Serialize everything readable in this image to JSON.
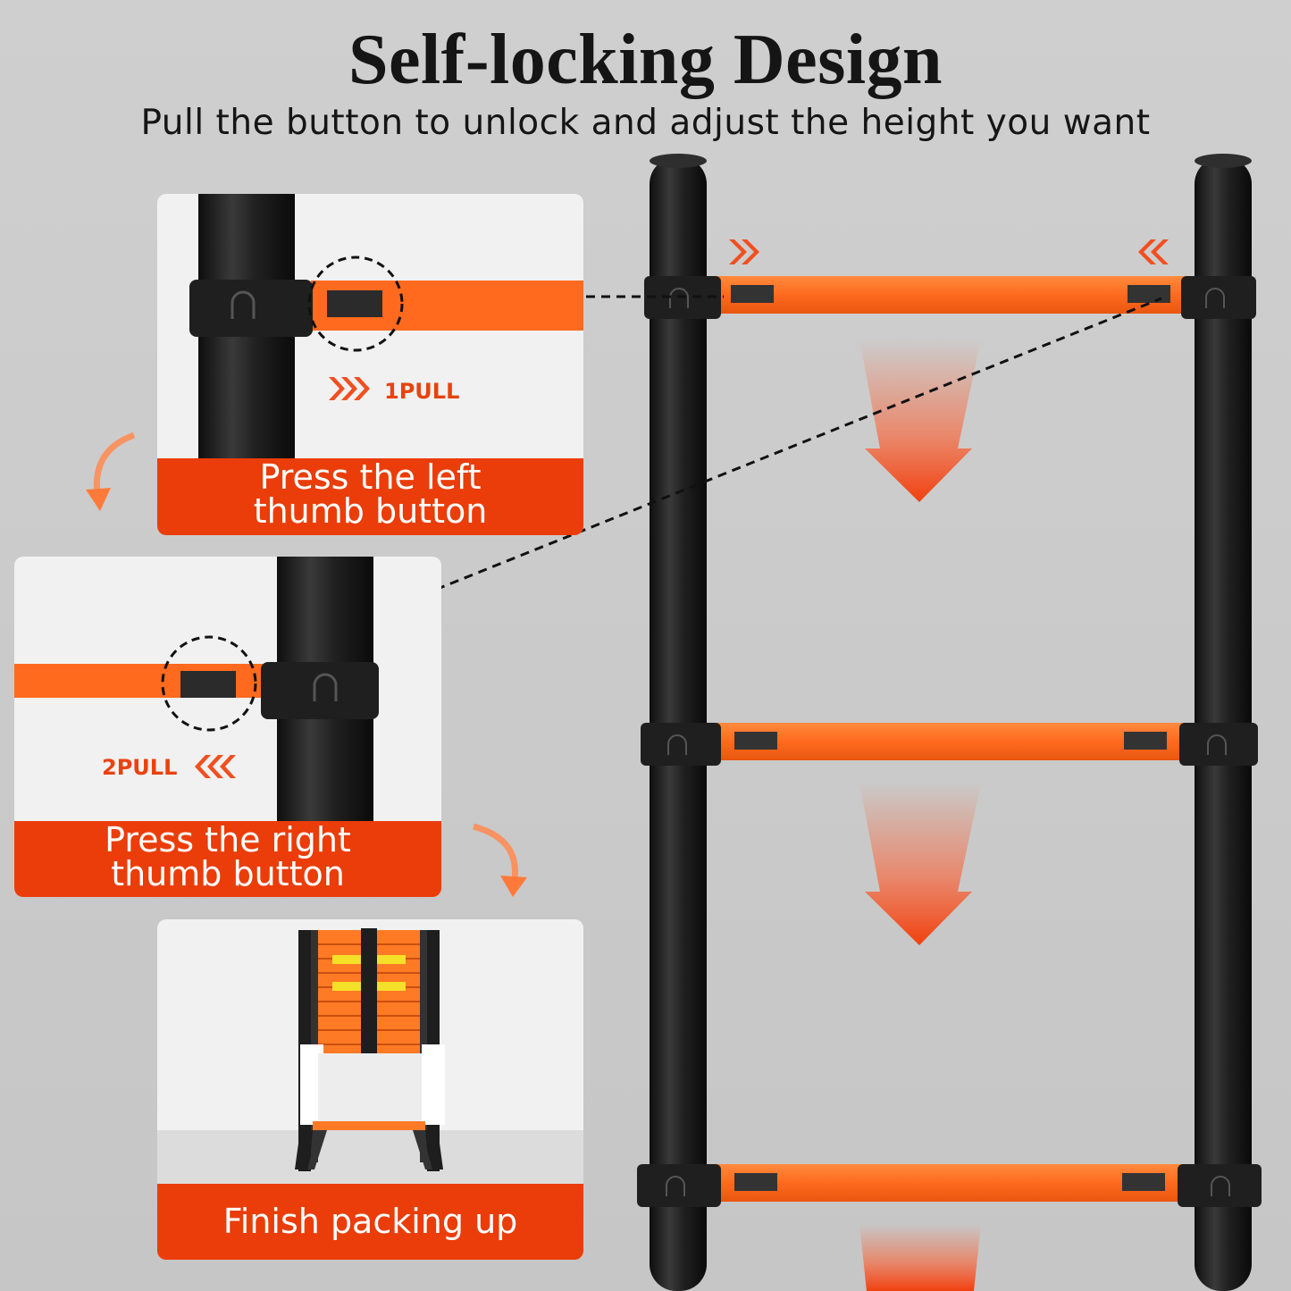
{
  "header": {
    "title": "Self-locking Design",
    "subtitle": "Pull the button to unlock and adjust the height you want"
  },
  "steps": [
    {
      "pull_label": "1PULL",
      "caption_line1": "Press the left",
      "caption_line2": "thumb button"
    },
    {
      "pull_label": "2PULL",
      "caption_line1": "Press the right",
      "caption_line2": "thumb button"
    },
    {
      "caption": "Finish packing up"
    }
  ],
  "colors": {
    "accent_orange": "#ff6a1e",
    "caption_bar": "#ea3d0a",
    "pole": "#1e1e1e",
    "background": "#c9c9c9",
    "card": "#f1f1f1"
  },
  "icons": [
    "double-chevron-right-icon",
    "double-chevron-left-icon",
    "curved-arrow-icon",
    "down-arrow-icon"
  ]
}
